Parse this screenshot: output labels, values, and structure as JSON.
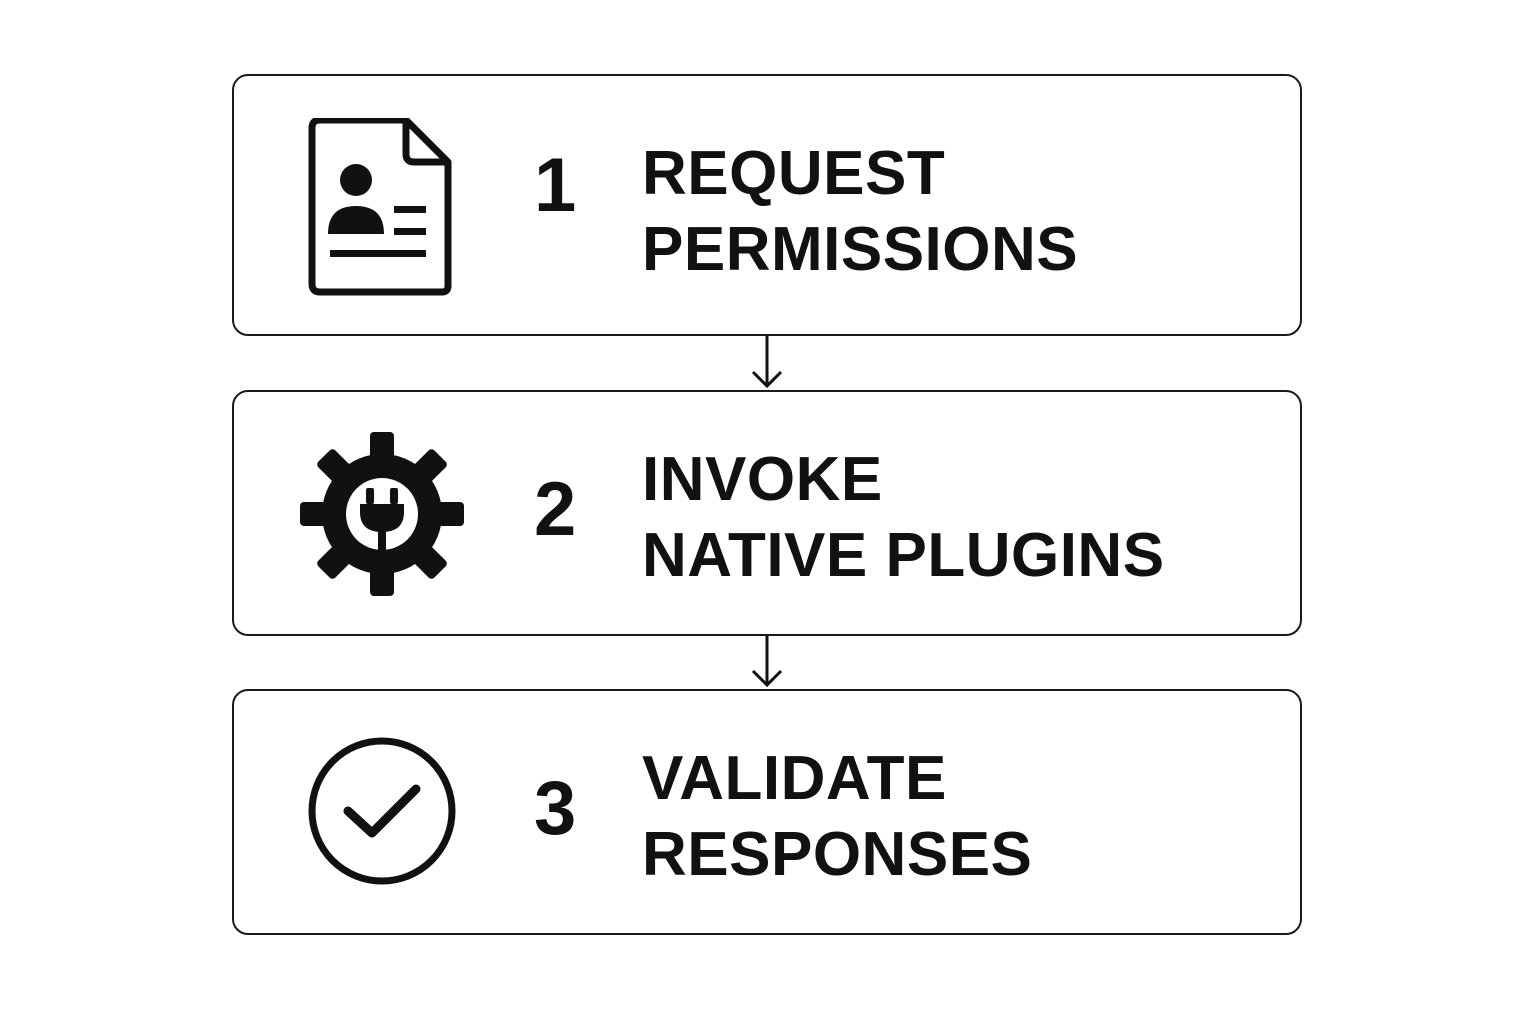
{
  "steps": [
    {
      "number": "1",
      "line1": "REQUEST",
      "line2": "PERMISSIONS",
      "icon": "document-user-icon"
    },
    {
      "number": "2",
      "line1": "INVOKE",
      "line2": "NATIVE PLUGINS",
      "icon": "gear-plug-icon"
    },
    {
      "number": "3",
      "line1": "VALIDATE",
      "line2": "RESPONSES",
      "icon": "check-circle-icon"
    }
  ],
  "colors": {
    "stroke": "#1a1a1a",
    "text": "#111111",
    "background": "#ffffff"
  }
}
